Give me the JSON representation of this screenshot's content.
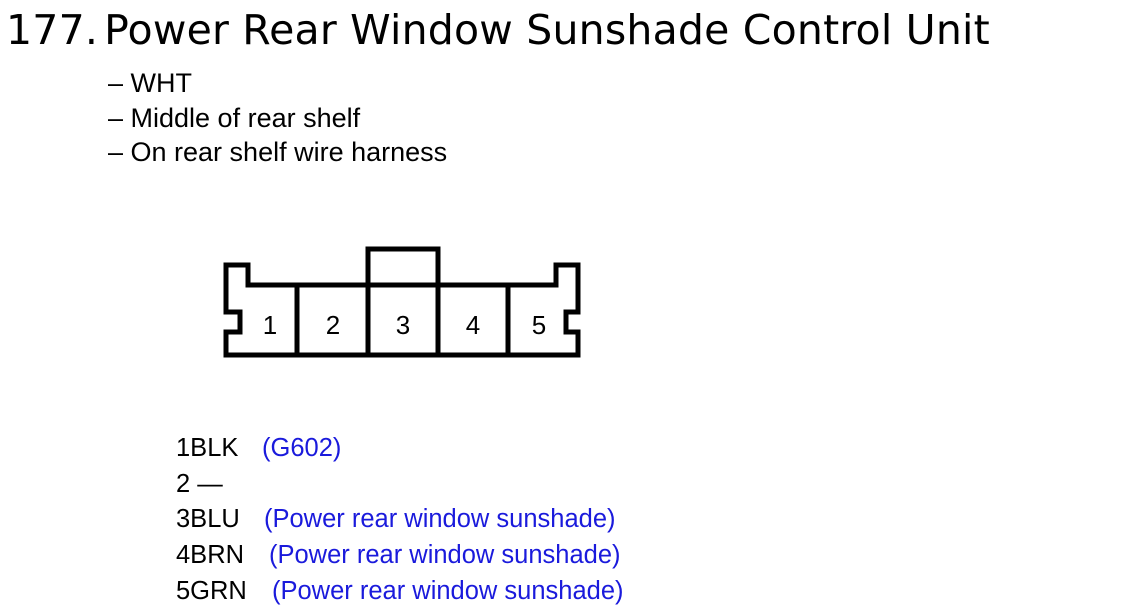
{
  "title": {
    "number": "177.",
    "text": "Power Rear Window Sunshade Control Unit"
  },
  "notes": [
    "– WHT",
    "– Middle of rear shelf",
    "– On rear shelf wire harness"
  ],
  "connector": {
    "pin_labels": [
      "1",
      "2",
      "3",
      "4",
      "5"
    ]
  },
  "pins": [
    {
      "wire": "1BLK",
      "desc": "(G602)"
    },
    {
      "wire": "2 —",
      "desc": ""
    },
    {
      "wire": "3BLU",
      "desc": "(Power rear window sunshade)"
    },
    {
      "wire": "4BRN",
      "desc": "(Power rear window sunshade)"
    },
    {
      "wire": "5GRN",
      "desc": "(Power rear window sunshade)"
    }
  ],
  "colors": {
    "text": "#000000",
    "reference_link": "#1a1adc",
    "outline": "#000000"
  }
}
